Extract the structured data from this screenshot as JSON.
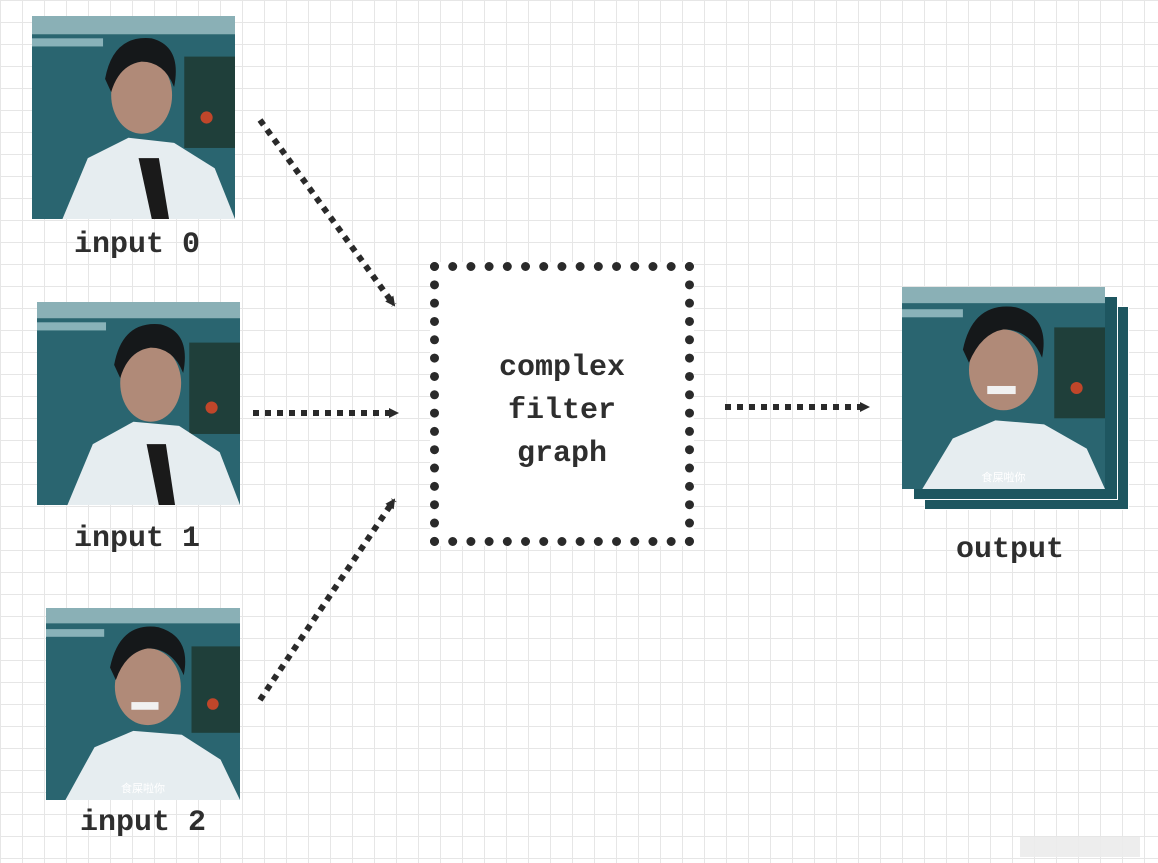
{
  "diagram": {
    "inputs": [
      {
        "label": "input 0"
      },
      {
        "label": "input 1"
      },
      {
        "label": "input 2"
      }
    ],
    "filter": {
      "lines": [
        "complex",
        "filter",
        "graph"
      ]
    },
    "output": {
      "label": "output"
    },
    "subtitle_text": "食屎啦你"
  },
  "colors": {
    "grid": "#e6e6e6",
    "stroke": "#2a2a2a",
    "label": "#2e2e2e",
    "frame_bg": "#235862",
    "jacket": "#e8ecef"
  }
}
